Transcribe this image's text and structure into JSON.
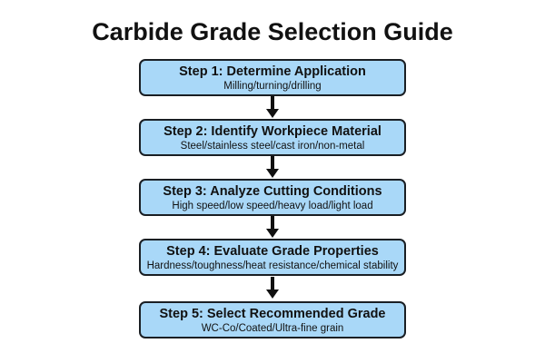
{
  "title": "Carbide Grade Selection Guide",
  "colors": {
    "box_fill": "#a9d8f8",
    "box_border": "#1a1f24",
    "arrow": "#111111",
    "text": "#111111"
  },
  "steps": [
    {
      "title": "Step 1: Determine Application",
      "desc": "Milling/turning/drilling"
    },
    {
      "title": "Step 2: Identify Workpiece Material",
      "desc": "Steel/stainless steel/cast iron/non-metal"
    },
    {
      "title": "Step 3: Analyze Cutting Conditions",
      "desc": "High speed/low speed/heavy load/light load"
    },
    {
      "title": "Step 4: Evaluate Grade Properties",
      "desc": "Hardness/toughness/heat resistance/chemical stability"
    },
    {
      "title": "Step 5: Select Recommended Grade",
      "desc": "WC-Co/Coated/Ultra-fine grain"
    }
  ],
  "arrows": [
    {
      "from": 1,
      "to": 2,
      "icon": "arrow-down-icon"
    },
    {
      "from": 2,
      "to": 3,
      "icon": "arrow-down-icon"
    },
    {
      "from": 3,
      "to": 4,
      "icon": "arrow-down-icon"
    },
    {
      "from": 4,
      "to": 5,
      "icon": "arrow-down-icon"
    }
  ]
}
